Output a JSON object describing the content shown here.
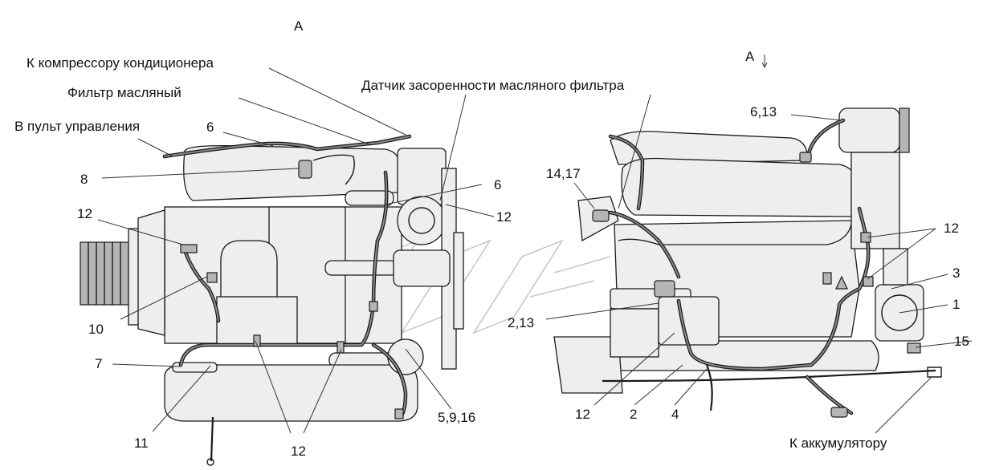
{
  "view_labels": {
    "view_a_top": "A",
    "view_a_arrow": "A"
  },
  "captions": {
    "compressor": "К компрессору кондиционера",
    "oil_filter": "Фильтр масляный",
    "control_panel": "В пульт управления",
    "oil_filter_sensor": "Датчик засоренности масляного фильтра",
    "battery": "К аккумулятору"
  },
  "callouts": {
    "c6_left": "6",
    "c8": "8",
    "c12_left_top": "12",
    "c10": "10",
    "c7": "7",
    "c11": "11",
    "c12_left_bottom": "12",
    "c6_mid": "6",
    "c12_mid": "12",
    "c5_9_16": "5,9,16",
    "c14_17": "14,17",
    "c6_13": "6,13",
    "c12_right": "12",
    "c3": "3",
    "c1": "1",
    "c15": "15",
    "c2_13": "2,13",
    "c12_bottom_right": "12",
    "c2": "2",
    "c4": "4"
  }
}
